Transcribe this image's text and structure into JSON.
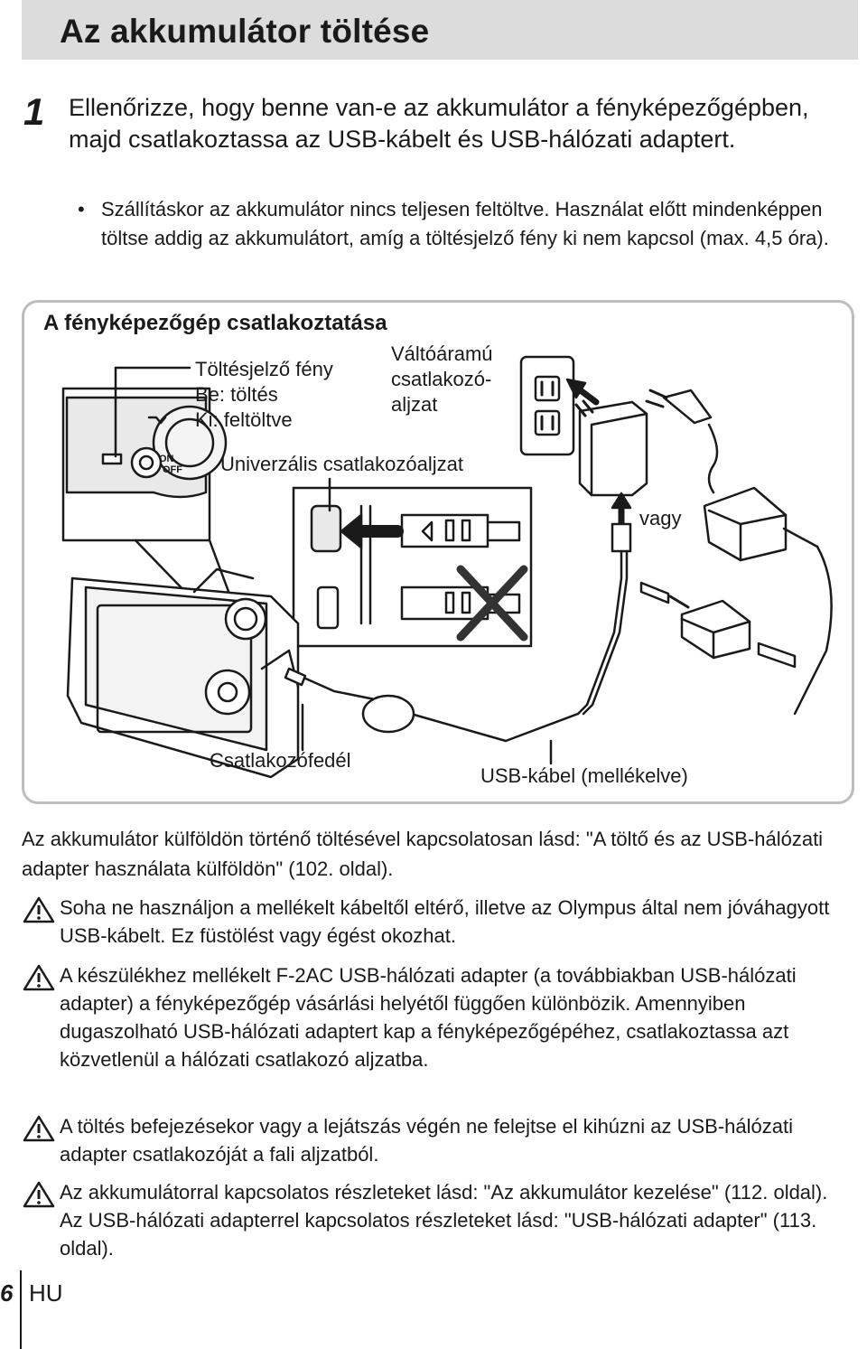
{
  "header": {
    "title": "Az akkumulátor töltése"
  },
  "step": {
    "number": "1",
    "text": "Ellenőrizze, hogy benne van-e az akkumulátor a fényképezőgépben, majd csatlakoztassa az USB-kábelt és USB-hálózati adaptert.",
    "bullet_symbol": "•",
    "bullet": "Szállításkor az akkumulátor nincs teljesen feltöltve. Használat előtt mindenképpen töltse addig az akkumulátort, amíg a töltésjelző fény ki nem kapcsol (max. 4,5 óra)."
  },
  "diagram": {
    "title": "A fényképezőgép csatlakoztatása",
    "labels": {
      "charge_light_1": "Töltésjelző fény",
      "charge_light_2": "Be: töltés",
      "charge_light_3": "Ki: feltöltve",
      "ac_outlet_1": "Váltóáramú",
      "ac_outlet_2": "csatlakozó-",
      "ac_outlet_3": "aljzat",
      "universal_connector": "Univerzális csatlakozóaljzat",
      "or": "vagy",
      "connector_cover": "Csatlakozófedél",
      "usb_cable": "USB-kábel (mellékelve)",
      "camera_on": "ON",
      "camera_off": "OFF"
    }
  },
  "notes": {
    "abroad": "Az akkumulátor külföldön történő töltésével kapcsolatosan lásd: \"A töltő és az USB-hálózati adapter használata külföldön\" (102. oldal).",
    "warning_icon": "warning-triangle-icon",
    "warning_1": "Soha ne használjon a mellékelt kábeltől eltérő, illetve az Olympus által nem jóváhagyott USB-kábelt. Ez füstölést vagy égést okozhat.",
    "warning_2": "A készülékhez mellékelt F-2AC USB-hálózati adapter (a továbbiakban USB-hálózati adapter) a fényképezőgép vásárlási helyétől függően különbözik. Amennyiben dugaszolható USB-hálózati adaptert kap a fényképezőgépéhez, csatlakoztassa azt közvetlenül a hálózati csatlakozó aljzatba.",
    "warning_3": "A töltés befejezésekor vagy a lejátszás végén ne felejtse el kihúzni az USB-hálózati adapter csatlakozóját a fali aljzatból.",
    "warning_4": "Az akkumulátorral kapcsolatos részleteket lásd: \"Az akkumulátor kezelése\" (112. oldal). Az USB-hálózati adapterrel kapcsolatos részleteket lásd: \"USB-hálózati adapter\" (113. oldal)."
  },
  "footer": {
    "page_number": "6",
    "language": "HU"
  }
}
